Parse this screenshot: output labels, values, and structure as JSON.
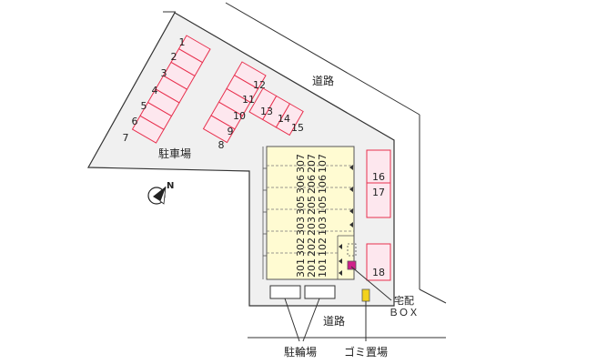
{
  "labels": {
    "road_top": "道路",
    "road_bottom": "道路",
    "parking": "駐車場",
    "bicycle_parking": "駐輪場",
    "garbage": "ゴミ置場",
    "delivery_box_line1": "宅配",
    "delivery_box_line2": "ＢＯＸ",
    "north": "N"
  },
  "parking_spaces": [
    "1",
    "2",
    "3",
    "4",
    "5",
    "6",
    "7",
    "12",
    "11",
    "10",
    "9",
    "8",
    "13",
    "14",
    "15",
    "16",
    "17",
    "18"
  ],
  "units": [
    [
      "301",
      "201",
      "101"
    ],
    [
      "302",
      "202",
      "102"
    ],
    [
      "303",
      "203",
      "103"
    ],
    [
      "305",
      "205",
      "105"
    ],
    [
      "306",
      "206",
      "106"
    ],
    [
      "307",
      "207",
      "107"
    ]
  ],
  "colors": {
    "lot": "#f0f0f0",
    "lot_outline": "#333333",
    "space_fill": "#fde7ee",
    "space_stroke": "#e8304e",
    "building": "#fffbd2",
    "building_outline": "#555555",
    "delivery_box": "#d0208a",
    "garbage": "#f3d21c"
  }
}
